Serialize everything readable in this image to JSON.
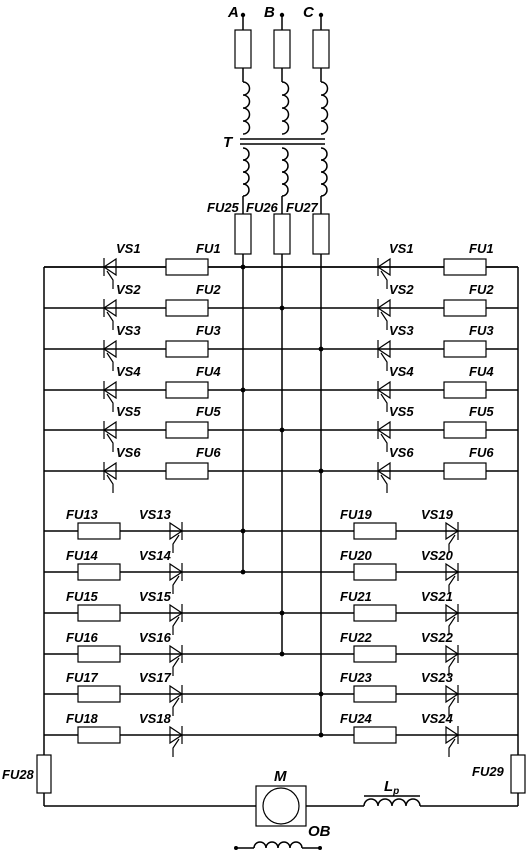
{
  "phases": [
    "A",
    "B",
    "C"
  ],
  "transformer": {
    "label": "T"
  },
  "secondary_fuses": [
    "FU25",
    "FU26",
    "FU27"
  ],
  "left_thyristors": [
    {
      "vs": "VS1",
      "fu": "FU1"
    },
    {
      "vs": "VS2",
      "fu": "FU2"
    },
    {
      "vs": "VS3",
      "fu": "FU3"
    },
    {
      "vs": "VS4",
      "fu": "FU4"
    },
    {
      "vs": "VS5",
      "fu": "FU5"
    },
    {
      "vs": "VS6",
      "fu": "FU6"
    }
  ],
  "right_thyristors": [
    {
      "vs": "VS1",
      "fu": "FU1"
    },
    {
      "vs": "VS2",
      "fu": "FU2"
    },
    {
      "vs": "VS3",
      "fu": "FU3"
    },
    {
      "vs": "VS4",
      "fu": "FU4"
    },
    {
      "vs": "VS5",
      "fu": "FU5"
    },
    {
      "vs": "VS6",
      "fu": "FU6"
    }
  ],
  "left_lower": [
    {
      "fu": "FU13",
      "vs": "VS13"
    },
    {
      "fu": "FU14",
      "vs": "VS14"
    },
    {
      "fu": "FU15",
      "vs": "VS15"
    },
    {
      "fu": "FU16",
      "vs": "VS16"
    },
    {
      "fu": "FU17",
      "vs": "VS17"
    },
    {
      "fu": "FU18",
      "vs": "VS18"
    }
  ],
  "right_lower": [
    {
      "fu": "FU19",
      "vs": "VS19"
    },
    {
      "fu": "FU20",
      "vs": "VS20"
    },
    {
      "fu": "FU21",
      "vs": "VS21"
    },
    {
      "fu": "FU22",
      "vs": "VS22"
    },
    {
      "fu": "FU23",
      "vs": "VS23"
    },
    {
      "fu": "FU24",
      "vs": "VS24"
    }
  ],
  "side_fuses": {
    "left": "FU28",
    "right": "FU29"
  },
  "motor": {
    "label": "M"
  },
  "reactor": {
    "main": "L",
    "sub": "p"
  },
  "field_winding": {
    "label": "OB"
  }
}
